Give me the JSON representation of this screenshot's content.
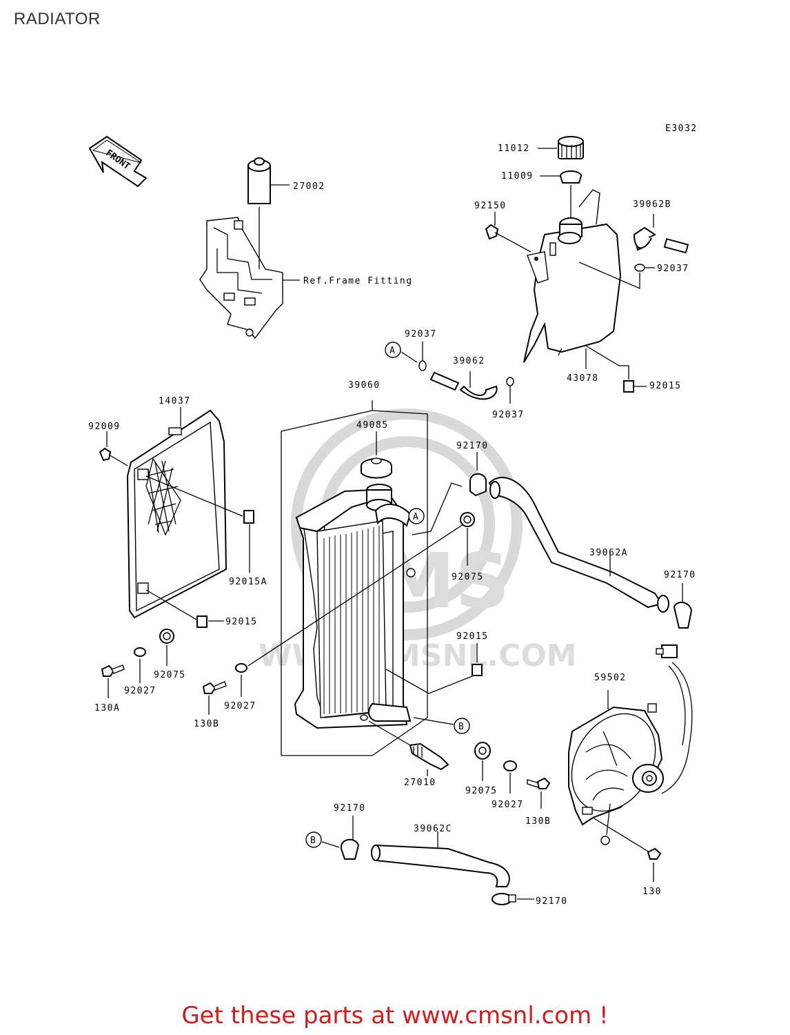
{
  "page": {
    "title": "RADIATOR"
  },
  "diagram": {
    "code": "E3032",
    "front_label": "FRONT",
    "watermark": "WWW.CMSNL.COM",
    "watermark_logo": "CMS",
    "parts": [
      {
        "key": "p11012",
        "label": "11012"
      },
      {
        "key": "p11009",
        "label": "11009"
      },
      {
        "key": "p27002",
        "label": "27002"
      },
      {
        "key": "pref",
        "label": "Ref.Frame Fitting"
      },
      {
        "key": "p92150",
        "label": "92150"
      },
      {
        "key": "p39062b",
        "label": "39062B"
      },
      {
        "key": "p92037a",
        "label": "92037"
      },
      {
        "key": "p92037b",
        "label": "92037"
      },
      {
        "key": "p92037c",
        "label": "92037"
      },
      {
        "key": "p39062",
        "label": "39062"
      },
      {
        "key": "p43078",
        "label": "43078"
      },
      {
        "key": "p92015a",
        "label": "92015"
      },
      {
        "key": "p39060",
        "label": "39060"
      },
      {
        "key": "p14037",
        "label": "14037"
      },
      {
        "key": "p92009",
        "label": "92009"
      },
      {
        "key": "p49085",
        "label": "49085"
      },
      {
        "key": "p92170a",
        "label": "92170"
      },
      {
        "key": "p92015A",
        "label": "92015A"
      },
      {
        "key": "p39062a",
        "label": "39062A"
      },
      {
        "key": "p92075a",
        "label": "92075"
      },
      {
        "key": "p92170b",
        "label": "92170"
      },
      {
        "key": "p92015b",
        "label": "92015"
      },
      {
        "key": "p92015c",
        "label": "92015"
      },
      {
        "key": "p92075b",
        "label": "92075"
      },
      {
        "key": "p92027a",
        "label": "92027"
      },
      {
        "key": "p130A",
        "label": "130A"
      },
      {
        "key": "p92027b",
        "label": "92027"
      },
      {
        "key": "p130B",
        "label": "130B"
      },
      {
        "key": "p59502",
        "label": "59502"
      },
      {
        "key": "p27010",
        "label": "27010"
      },
      {
        "key": "p92075c",
        "label": "92075"
      },
      {
        "key": "p92027c",
        "label": "92027"
      },
      {
        "key": "p130Bb",
        "label": "130B"
      },
      {
        "key": "p92170c",
        "label": "92170"
      },
      {
        "key": "p39062c",
        "label": "39062C"
      },
      {
        "key": "p92170d",
        "label": "92170"
      },
      {
        "key": "p130",
        "label": "130"
      }
    ],
    "refs": [
      {
        "key": "refA1",
        "label": "A"
      },
      {
        "key": "refA2",
        "label": "A"
      },
      {
        "key": "refB1",
        "label": "B"
      },
      {
        "key": "refB2",
        "label": "B"
      }
    ]
  },
  "footer": {
    "text": "Get these parts at www.cmsnl.com !"
  }
}
